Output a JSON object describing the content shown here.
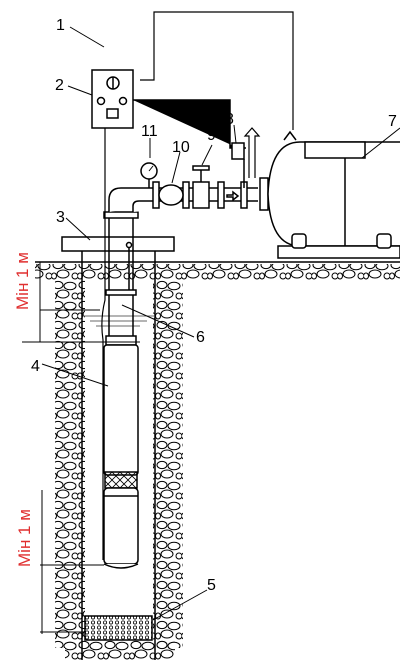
{
  "labels": [
    {
      "id": "cable",
      "text": "1"
    },
    {
      "id": "control-box",
      "text": "2"
    },
    {
      "id": "well-head",
      "text": "3"
    },
    {
      "id": "pump",
      "text": "4"
    },
    {
      "id": "well-bottom",
      "text": "5"
    },
    {
      "id": "water-level",
      "text": "6"
    },
    {
      "id": "tank",
      "text": "7"
    },
    {
      "id": "pressure-switch",
      "text": "8"
    },
    {
      "id": "valve",
      "text": "9"
    },
    {
      "id": "check-valve",
      "text": "10"
    },
    {
      "id": "manometer",
      "text": "11"
    }
  ],
  "dimensions": {
    "top": "Мін 1 м",
    "bottom": "Мін 1 м"
  },
  "colors": {
    "line": "#000000",
    "dimension": "#e03030",
    "water": "#6a6a6a"
  }
}
